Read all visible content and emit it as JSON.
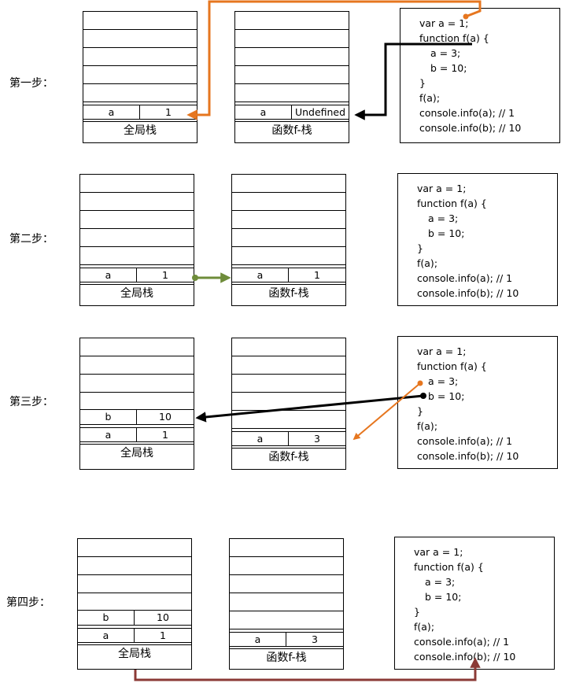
{
  "steps": [
    {
      "label": "第一步：",
      "global_stack": {
        "title": "全局栈",
        "rows": [
          {
            "k": "a",
            "v": "1"
          }
        ]
      },
      "func_stack": {
        "title": "函数f-栈",
        "rows": [
          {
            "k": "a",
            "v": "Undefined"
          }
        ]
      }
    },
    {
      "label": "第二步：",
      "global_stack": {
        "title": "全局栈",
        "rows": [
          {
            "k": "a",
            "v": "1"
          }
        ]
      },
      "func_stack": {
        "title": "函数f-栈",
        "rows": [
          {
            "k": "a",
            "v": "1"
          }
        ]
      }
    },
    {
      "label": "第三步：",
      "global_stack": {
        "title": "全局栈",
        "rows": [
          {
            "k": "b",
            "v": "10"
          },
          {
            "k": "a",
            "v": "1"
          }
        ]
      },
      "func_stack": {
        "title": "函数f-栈",
        "rows": [
          {
            "k": "a",
            "v": "3"
          }
        ]
      }
    },
    {
      "label": "第四步：",
      "global_stack": {
        "title": "全局栈",
        "rows": [
          {
            "k": "b",
            "v": "10"
          },
          {
            "k": "a",
            "v": "1"
          }
        ]
      },
      "func_stack": {
        "title": "函数f-栈",
        "rows": [
          {
            "k": "a",
            "v": "3"
          }
        ]
      }
    }
  ],
  "code_lines": [
    "var a = 1;",
    "function f(a) {",
    "a = 3;",
    "b = 10;",
    "}",
    "f(a);",
    "console.info(a); // 1",
    "console.info(b); // 10"
  ],
  "colors": {
    "orange": "#E6761F",
    "black": "#000000",
    "green": "#6E8C3A",
    "darkred": "#8B3A36"
  }
}
